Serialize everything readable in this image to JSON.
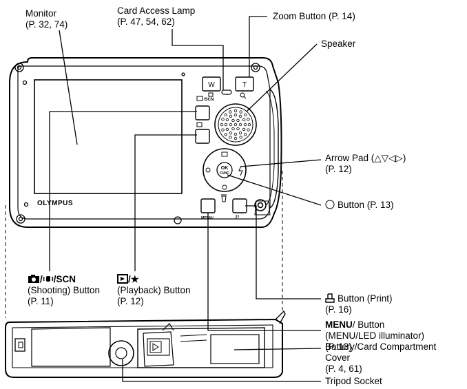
{
  "labels": {
    "monitor": {
      "name": "Monitor",
      "page": "(P. 32, 74)"
    },
    "card_lamp": {
      "name": "Card Access Lamp",
      "page": "(P. 47, 54, 62)"
    },
    "zoom": {
      "name": "Zoom Button (P. 14)"
    },
    "speaker": {
      "name": "Speaker"
    },
    "arrow_pad": {
      "name": "Arrow Pad (",
      "symbols": "△▽◁▷",
      "close": ")",
      "page": "(P. 12)"
    },
    "ok_button": {
      "name": "Button (P. 13)"
    },
    "shooting": {
      "symbol": "/",
      "scn": "SCN",
      "name": "(Shooting) Button",
      "page": "(P. 11)"
    },
    "playback": {
      "symbol": "/★",
      "name": "(Playback) Button",
      "page": "(P. 12)"
    },
    "print": {
      "name": "Button (Print)",
      "page": "(P. 16)"
    },
    "menu": {
      "bold": "MENU",
      "name": "/ Button",
      "desc": "(MENU/LED illuminator)",
      "page": "(P. 13)"
    },
    "battery": {
      "line1": "Battery/Card Compartment",
      "line2": "Cover",
      "page": "(P. 4, 61)"
    },
    "tripod": {
      "name": "Tripod Socket"
    }
  },
  "camera": {
    "brand": "OLYMPUS",
    "w_key": "W",
    "t_key": "T",
    "ok_top": "OK",
    "ok_bottom": "FUNC",
    "scn_mark": "/SCN",
    "menu_mark": "MENU/"
  },
  "colors": {
    "line": "#000000",
    "body": "#ffffff"
  }
}
